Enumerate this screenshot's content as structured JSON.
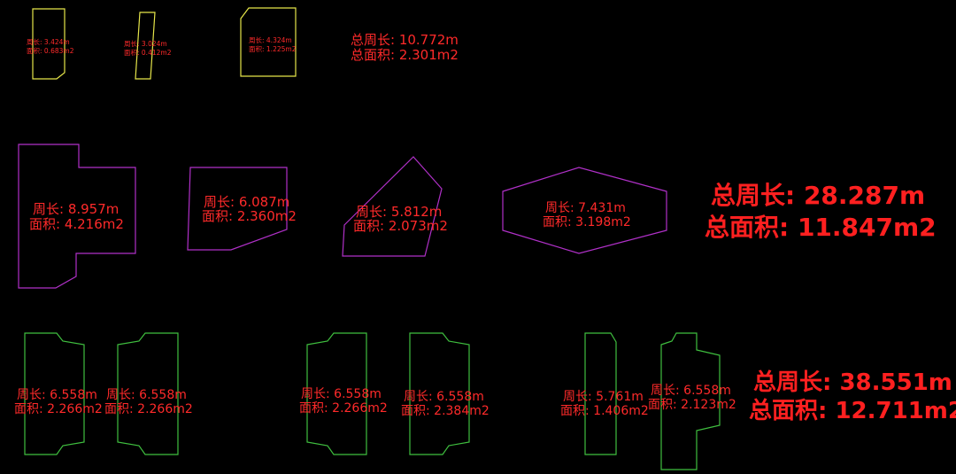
{
  "colors": {
    "background": "#000000",
    "text": "#ff2a2a",
    "row1_outline": "#e6e64a",
    "row2_outline": "#b030c8",
    "row3_outline": "#3fbf3f"
  },
  "row1": {
    "shapes": [
      {
        "perimeter": "周长: 3.424m",
        "area": "面积: 0.683m2"
      },
      {
        "perimeter": "周长: 3.024m",
        "area": "面积: 0.412m2"
      },
      {
        "perimeter": "周长: 4.324m",
        "area": "面积: 1.225m2"
      }
    ],
    "total_perimeter": "总周长: 10.772m",
    "total_area": "总面积: 2.301m2"
  },
  "row2": {
    "shapes": [
      {
        "perimeter": "周长: 8.957m",
        "area": "面积: 4.216m2"
      },
      {
        "perimeter": "周长: 6.087m",
        "area": "面积: 2.360m2"
      },
      {
        "perimeter": "周长: 5.812m",
        "area": "面积: 2.073m2"
      },
      {
        "perimeter": "周长: 7.431m",
        "area": "面积: 3.198m2"
      }
    ],
    "total_perimeter": "总周长: 28.287m",
    "total_area": "总面积: 11.847m2"
  },
  "row3": {
    "shapes": [
      {
        "perimeter": "周长: 6.558m",
        "area": "面积: 2.266m2"
      },
      {
        "perimeter": "周长: 6.558m",
        "area": "面积: 2.266m2"
      },
      {
        "perimeter": "周长: 6.558m",
        "area": "面积: 2.266m2"
      },
      {
        "perimeter": "周长: 6.558m",
        "area": "面积: 2.384m2"
      },
      {
        "perimeter": "周长: 5.761m",
        "area": "面积: 1.406m2"
      },
      {
        "perimeter": "周长: 6.558m",
        "area": "面积: 2.123m2"
      }
    ],
    "total_perimeter": "总周长: 38.551m",
    "total_area": "总面积: 12.711m2"
  }
}
